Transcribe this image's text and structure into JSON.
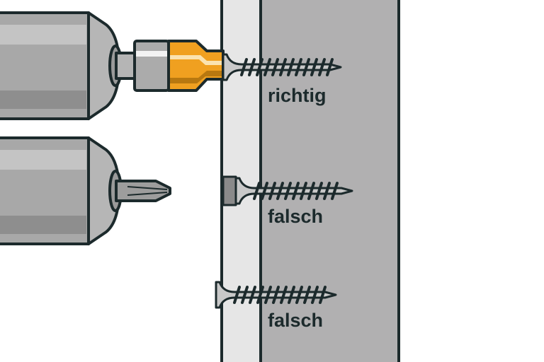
{
  "labels": {
    "correct": "richtig",
    "wrong_1": "falsch",
    "wrong_2": "falsch"
  },
  "colors": {
    "outline": "#1c2a2c",
    "board_light": "#e6e6e6",
    "board_dark": "#b1b0b1",
    "bit_holder": "#f0a020",
    "drill_body": "#a8a8a8"
  },
  "icons": [
    "drill-with-depth-stop-icon",
    "drill-with-bit-icon",
    "screw-icon"
  ]
}
